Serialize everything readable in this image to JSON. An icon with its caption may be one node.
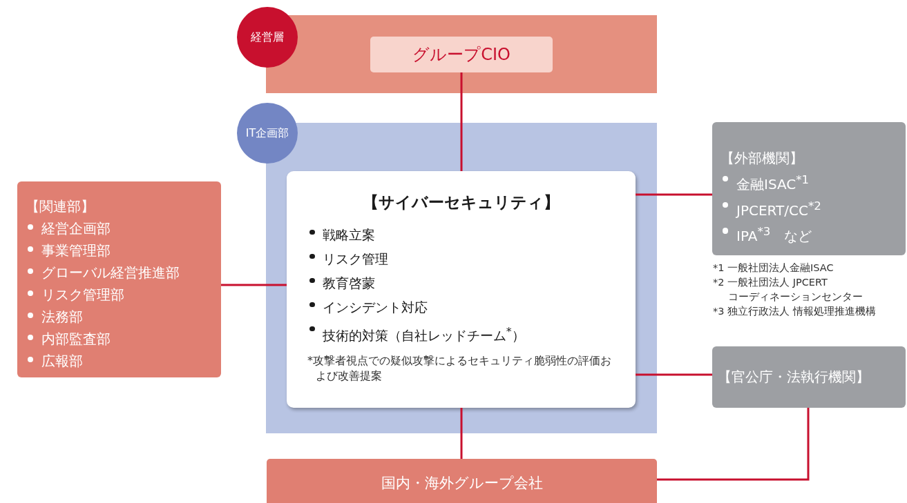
{
  "diagram": {
    "nodes": [
      {
        "text": [
          "経営層"
        ]
      },
      {
        "text": [
          "グループCIO"
        ],
        "in": 0
      },
      {
        "text": [
          "IT企画部"
        ]
      },
      {
        "text": [
          "【サイバーセキュリティ】",
          "戦略立案",
          "リスク管理",
          "教育啓蒙",
          "インシデント対応",
          "技術的対策（自社レッドチーム$^{*}$）",
          "*攻撃者視点での疑似攻撃によるセキュリティ脆弱性の評価および改善提案"
        ],
        "in": 2
      },
      {
        "text": [
          "【関連部】",
          "経営企画部",
          "事業管理部",
          "グローバル経営推進部",
          "リスク管理部",
          "法務部",
          "内部監査部",
          "広報部"
        ]
      },
      {
        "text": [
          "【外部機関】",
          "金融ISAC$^{*1}$",
          "JPCERT/CC$^{*2}$",
          "IPA$^{*3}$　など"
        ],
        "beside": [
          "*1 一般社団法人金融ISAC",
          "*2 一般社団法人 JPCERT コーディネーションセンター",
          "*3 独立行政法人 情報処理推進機構"
        ]
      },
      {
        "text": [
          "【官公庁・法執行機関】"
        ]
      },
      {
        "text": [
          "国内・海外グループ会社"
        ]
      }
    ],
    "edges": [
      {
        "from": 1,
        "to": 3,
        "arrow": "none"
      },
      {
        "from": 4,
        "to": 3,
        "arrow": "none"
      },
      {
        "from": 3,
        "to": 5,
        "arrow": "none"
      },
      {
        "from": 3,
        "to": 6,
        "arrow": "none"
      },
      {
        "from": 3,
        "to": 7,
        "arrow": "none"
      },
      {
        "from": 6,
        "to": 7,
        "arrow": "none"
      }
    ]
  }
}
